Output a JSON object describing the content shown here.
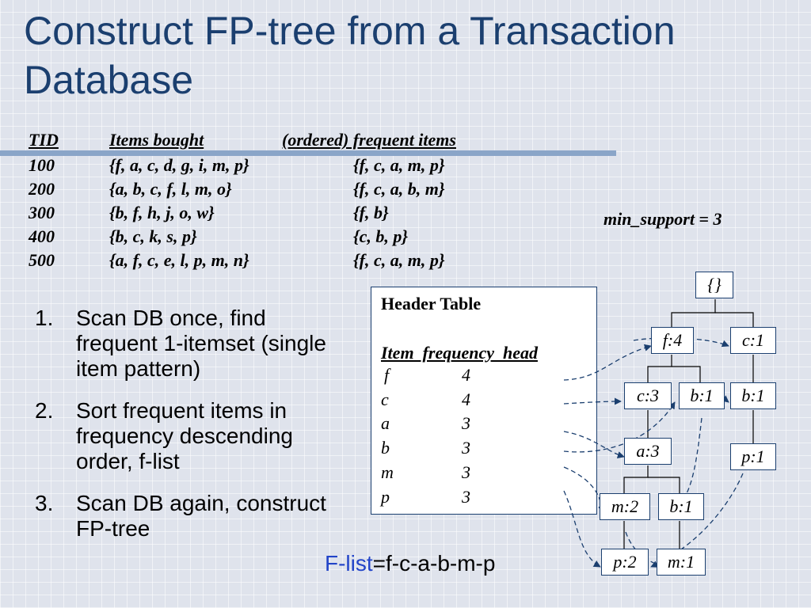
{
  "slide": {
    "title": "Construct FP-tree from a Transaction Database"
  },
  "db": {
    "headers": [
      "TID",
      "Items bought",
      "(ordered) frequent items"
    ],
    "rows": [
      {
        "tid": "100",
        "items": "{f, a, c, d, g, i, m, p}",
        "ordered": "{f, c, a, m, p}"
      },
      {
        "tid": "200",
        "items": "{a, b, c, f, l, m, o}",
        "ordered": "{f, c, a, b, m}"
      },
      {
        "tid": "300",
        "items": "{b, f, h, j, o, w}",
        "ordered": "{f, b}"
      },
      {
        "tid": "400",
        "items": "{b, c, k, s, p}",
        "ordered": "{c, b, p}"
      },
      {
        "tid": "500",
        "items": "{a, f, c, e, l, p, m, n}",
        "ordered": "{f, c, a, m, p}"
      }
    ]
  },
  "min_support": "min_support = 3",
  "steps": [
    {
      "num": "1.",
      "text": "Scan DB once, find frequent 1-itemset (single item pattern)"
    },
    {
      "num": "2.",
      "text": "Sort frequent items in frequency descending order, f-list"
    },
    {
      "num": "3.",
      "text": "Scan DB again, construct FP-tree"
    }
  ],
  "header_table": {
    "title": "Header Table",
    "columns": "Item  frequency  head",
    "rows": [
      {
        "item": "f",
        "freq": "4"
      },
      {
        "item": "c",
        "freq": "4"
      },
      {
        "item": "a",
        "freq": "3"
      },
      {
        "item": "b",
        "freq": "3"
      },
      {
        "item": "m",
        "freq": "3"
      },
      {
        "item": "p",
        "freq": "3"
      }
    ]
  },
  "flist": {
    "label": "F-list",
    "value": "=f-c-a-b-m-p"
  },
  "tree": {
    "root": "{}",
    "nodes": {
      "f4": "f:4",
      "c1_root": "c:1",
      "c3": "c:3",
      "b1_f": "b:1",
      "b1_c": "b:1",
      "a3": "a:3",
      "p1_c": "p:1",
      "m2": "m:2",
      "b1_a": "b:1",
      "p2": "p:2",
      "m1": "m:1"
    }
  }
}
